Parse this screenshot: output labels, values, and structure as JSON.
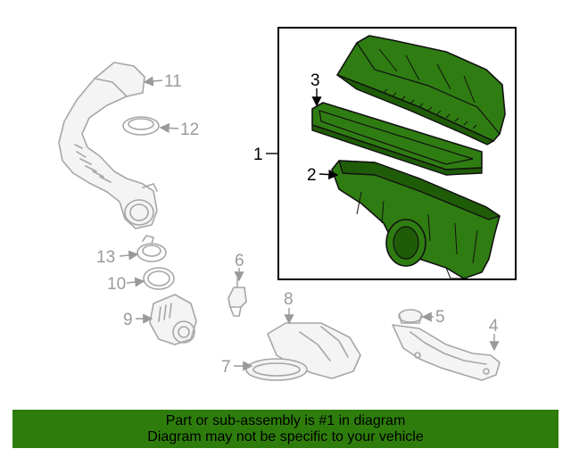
{
  "callouts": {
    "c1": "1",
    "c2": "2",
    "c3": "3",
    "c4": "4",
    "c5": "5",
    "c6": "6",
    "c7": "7",
    "c8": "8",
    "c9": "9",
    "c10": "10",
    "c11": "11",
    "c12": "12",
    "c13": "13"
  },
  "highlight_color": "#2e7d0c",
  "banner": {
    "line1": "Part or sub-assembly is #1 in diagram",
    "line2": "Diagram may not be specific to your vehicle"
  }
}
